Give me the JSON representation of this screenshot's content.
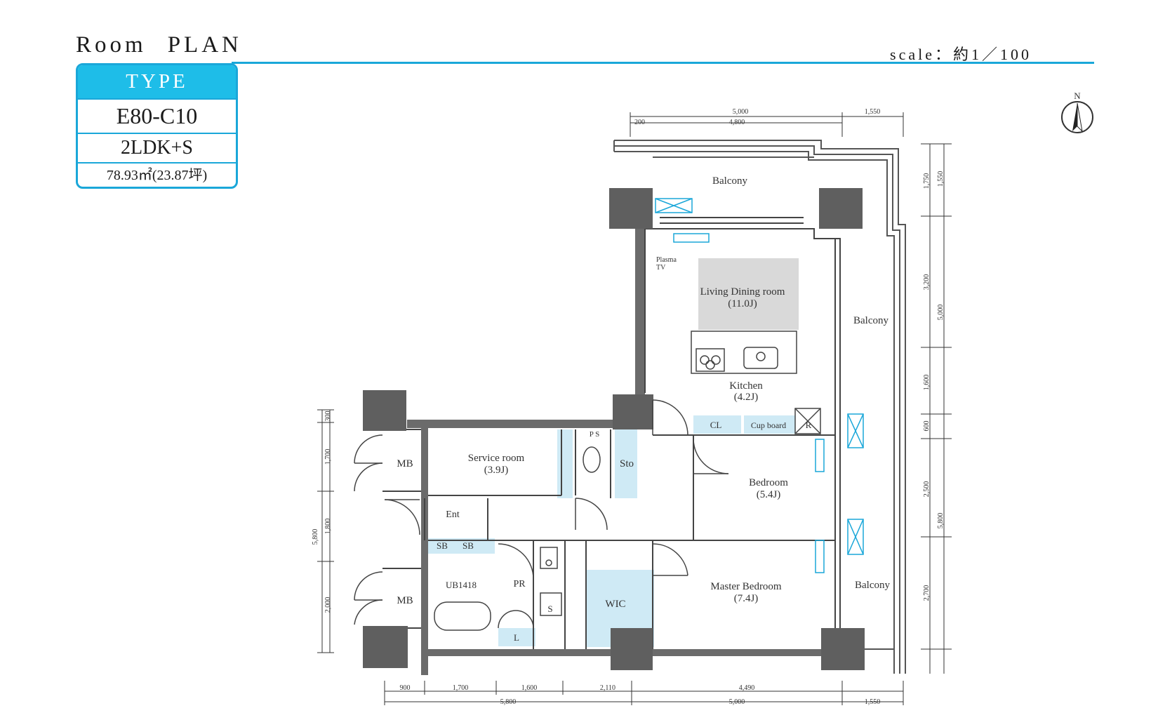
{
  "header": {
    "title_part1": "Room",
    "title_part2": "PLAN",
    "scale": "scale：約1／100"
  },
  "type_box": {
    "label": "TYPE",
    "code": "E80-C10",
    "layout": "2LDK+S",
    "area": "78.93㎡(23.87坪)"
  },
  "compass": {
    "label": "N"
  },
  "rooms": {
    "balcony_top": "Balcony",
    "balcony_right": "Balcony",
    "balcony_bottom_right": "Balcony",
    "ldk_name": "Living Dining room",
    "ldk_size": "(11.0J)",
    "kitchen_name": "Kitchen",
    "kitchen_size": "(4.2J)",
    "service_name": "Service room",
    "service_size": "(3.9J)",
    "bedroom_name": "Bedroom",
    "bedroom_size": "(5.4J)",
    "master_name": "Master Bedroom",
    "master_size": "(7.4J)",
    "mb1": "MB",
    "mb2": "MB",
    "sto": "Sto",
    "ps": "P S",
    "ent": "Ent",
    "sb1": "SB",
    "sb2": "SB",
    "ub": "UB1418",
    "pr": "PR",
    "wic": "WIC",
    "l": "L",
    "s": "S",
    "cl": "CL",
    "cupboard": "Cup board",
    "r": "R",
    "plasma1": "Plasma",
    "plasma2": "TV"
  },
  "dimensions": {
    "top_total": "5,000",
    "top_a": "200",
    "top_b": "4,800",
    "top_right": "1,550",
    "right_1750": "1,750",
    "right_1550": "1,550",
    "right_3200": "3,200",
    "right_5000": "5,000",
    "right_1600": "1,600",
    "right_600": "600",
    "right_2500": "2,500",
    "right_5800": "5,800",
    "right_2700": "2,700",
    "left_300": "300",
    "left_1700": "1,700",
    "left_1800": "1,800",
    "left_2000": "2,000",
    "left_5800": "5,800",
    "bottom_900": "900",
    "bottom_1700": "1,700",
    "bottom_1600": "1,600",
    "bottom_2110": "2,110",
    "bottom_4490": "4,490",
    "bottom_5800": "5,800",
    "bottom_5000": "5,000",
    "bottom_1550": "1,550"
  },
  "colors": {
    "accent": "#1aa7d9",
    "header_fill": "#1ebde8",
    "column": "#5f5f5f",
    "wall": "#6b6b6b",
    "fixture_blue": "#cfeaf5",
    "ldk_fill": "#d9d9d9"
  }
}
